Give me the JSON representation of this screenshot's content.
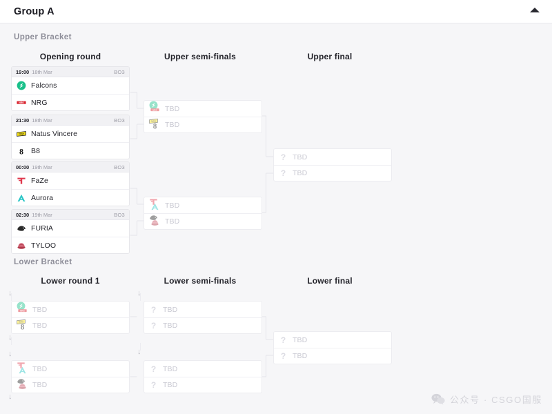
{
  "header": {
    "title": "Group A",
    "collapse_icon": "chevron-up-icon"
  },
  "brackets": {
    "upper_label": "Upper Bracket",
    "lower_label": "Lower Bracket"
  },
  "rounds": {
    "opening": "Opening round",
    "upper_semis": "Upper semi-finals",
    "upper_final": "Upper final",
    "lower_round_1": "Lower round 1",
    "lower_semis": "Lower semi-finals",
    "lower_final": "Lower final"
  },
  "tbd_label": "TBD",
  "upper_opening": [
    {
      "time": "19:00",
      "date": "18th Mar",
      "format": "BO3",
      "teams": [
        {
          "name": "Falcons",
          "logo": "falcons-logo"
        },
        {
          "name": "NRG",
          "logo": "nrg-logo"
        }
      ]
    },
    {
      "time": "21:30",
      "date": "18th Mar",
      "format": "BO3",
      "teams": [
        {
          "name": "Natus Vincere",
          "logo": "navi-logo"
        },
        {
          "name": "B8",
          "logo": "b8-logo"
        }
      ]
    },
    {
      "time": "00:00",
      "date": "19th Mar",
      "format": "BO3",
      "teams": [
        {
          "name": "FaZe",
          "logo": "faze-logo"
        },
        {
          "name": "Aurora",
          "logo": "aurora-logo"
        }
      ]
    },
    {
      "time": "02:30",
      "date": "19th Mar",
      "format": "BO3",
      "teams": [
        {
          "name": "FURIA",
          "logo": "furia-logo"
        },
        {
          "name": "TYLOO",
          "logo": "tyloo-logo"
        }
      ]
    }
  ],
  "upper_semis": [
    {
      "teams": [
        {
          "name": "TBD",
          "logo_stack": [
            "falcons-logo",
            "nrg-logo"
          ]
        },
        {
          "name": "TBD",
          "logo_stack": [
            "navi-logo",
            "b8-logo"
          ]
        }
      ]
    },
    {
      "teams": [
        {
          "name": "TBD",
          "logo_stack": [
            "faze-logo",
            "aurora-logo"
          ]
        },
        {
          "name": "TBD",
          "logo_stack": [
            "furia-logo",
            "tyloo-logo"
          ]
        }
      ]
    }
  ],
  "upper_final": [
    {
      "teams": [
        {
          "name": "TBD",
          "logo": "question-icon"
        },
        {
          "name": "TBD",
          "logo": "question-icon"
        }
      ]
    }
  ],
  "lower_round_1": [
    {
      "teams": [
        {
          "name": "TBD",
          "logo_stack": [
            "falcons-logo",
            "nrg-logo"
          ]
        },
        {
          "name": "TBD",
          "logo_stack": [
            "navi-logo",
            "b8-logo"
          ]
        }
      ]
    },
    {
      "teams": [
        {
          "name": "TBD",
          "logo_stack": [
            "faze-logo",
            "aurora-logo"
          ]
        },
        {
          "name": "TBD",
          "logo_stack": [
            "furia-logo",
            "tyloo-logo"
          ]
        }
      ]
    }
  ],
  "lower_semis": [
    {
      "teams": [
        {
          "name": "TBD",
          "logo": "question-icon"
        },
        {
          "name": "TBD",
          "logo": "question-icon"
        }
      ]
    },
    {
      "teams": [
        {
          "name": "TBD",
          "logo": "question-icon"
        },
        {
          "name": "TBD",
          "logo": "question-icon"
        }
      ]
    }
  ],
  "lower_final": [
    {
      "teams": [
        {
          "name": "TBD",
          "logo": "question-icon"
        },
        {
          "name": "TBD",
          "logo": "question-icon"
        }
      ]
    }
  ],
  "drop_arrow_glyph": "↓",
  "watermark": {
    "icon": "wechat-icon",
    "text": "公众号 · CSGO国服"
  },
  "colors": {
    "page_bg": "#f6f6f8",
    "card_bg": "#ffffff",
    "card_border": "#e6e6ea",
    "head_bg": "#f1f1f4",
    "text": "#23232a",
    "muted": "#9b9ba5",
    "tbd": "#c9c9d2",
    "falcons": "#19c08a",
    "nrg": "#d9232e",
    "navi": "#f5e11a",
    "b8": "#1a1a1a",
    "faze": "#e03a4e",
    "aurora": "#2bc6c6",
    "furia": "#2b2b2b",
    "tyloo": "#b0394a"
  }
}
